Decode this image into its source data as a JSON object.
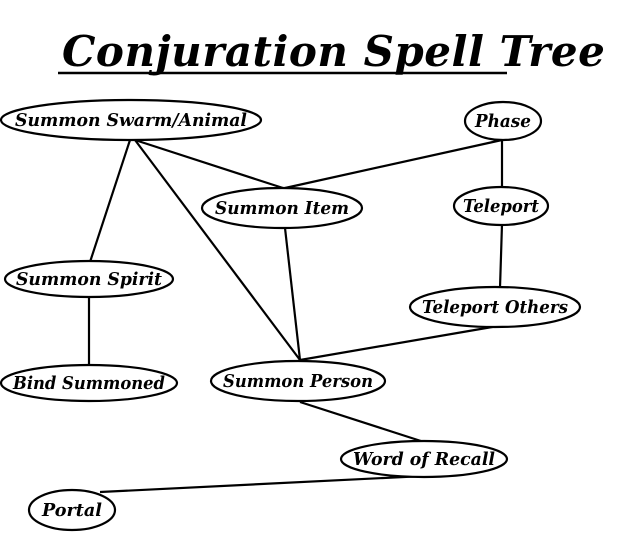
{
  "title": "Conjuration Spell Tree",
  "nodes": {
    "summon_swarm": "Summon Swarm/Animal",
    "phase": "Phase",
    "summon_item": "Summon Item",
    "teleport": "Teleport",
    "summon_spirit": "Summon Spirit",
    "teleport_others": "Teleport Others",
    "bind_summoned": "Bind Summoned",
    "summon_person": "Summon Person",
    "word_of_recall": "Word of Recall",
    "portal": "Portal"
  },
  "edges": [
    [
      "summon_swarm",
      "summon_item"
    ],
    [
      "summon_swarm",
      "summon_spirit"
    ],
    [
      "summon_swarm",
      "summon_person"
    ],
    [
      "phase",
      "summon_item"
    ],
    [
      "phase",
      "teleport"
    ],
    [
      "teleport",
      "teleport_others"
    ],
    [
      "summon_item",
      "summon_person"
    ],
    [
      "teleport_others",
      "summon_person"
    ],
    [
      "summon_spirit",
      "bind_summoned"
    ],
    [
      "summon_person",
      "word_of_recall"
    ],
    [
      "word_of_recall",
      "portal"
    ]
  ]
}
